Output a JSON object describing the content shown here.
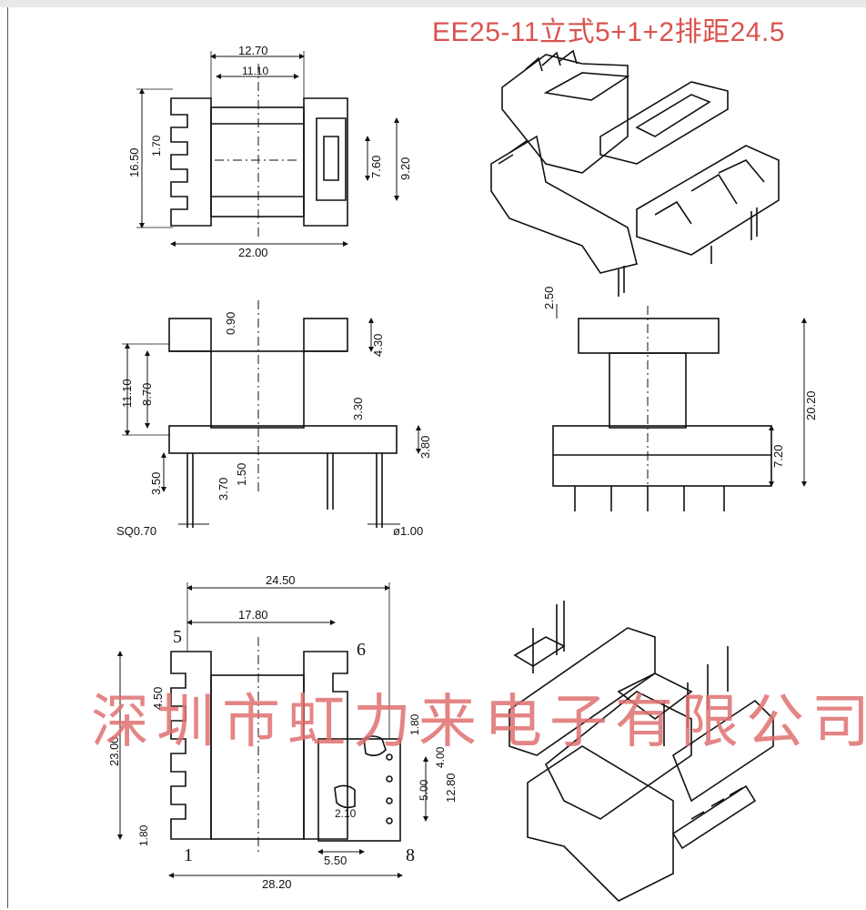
{
  "title": "EE25-11立式5+1+2排距24.5",
  "watermark": "深圳市虹力来电子有限公司",
  "top_view": {
    "dim_width_inner": "12.70",
    "dim_width_core": "11.10",
    "dim_height": "16.50",
    "dim_pitch": "1.70",
    "dim_slot": "7.60",
    "dim_slot_outer": "9.20",
    "dim_total_width": "22.00"
  },
  "front_view": {
    "dim_flange": "0.90",
    "dim_top": "4.30",
    "dim_core_height": "11.10",
    "dim_window": "8.70",
    "dim_step": "3.30",
    "dim_base": "3.80",
    "dim_pin_len": "3.50",
    "dim_pin_a": "3.70",
    "dim_pin_b": "1.50",
    "pin_square": "SQ0.70",
    "pin_round": "ø1.00"
  },
  "side_view": {
    "dim_top": "2.50",
    "dim_total_height": "20.20",
    "dim_base": "7.20"
  },
  "bottom_view": {
    "dim_row_spacing": "24.50",
    "dim_inner": "17.80",
    "dim_height": "23.00",
    "dim_pitch": "4.50",
    "dim_edge": "1.80",
    "dim_a": "1.80",
    "dim_b": "4.00",
    "dim_c": "5.00",
    "dim_d": "12.80",
    "dim_e": "2.10",
    "dim_f": "5.50",
    "dim_total_width": "28.20",
    "pin_label_5": "5",
    "pin_label_6": "6",
    "pin_label_1": "1",
    "pin_label_8": "8"
  }
}
